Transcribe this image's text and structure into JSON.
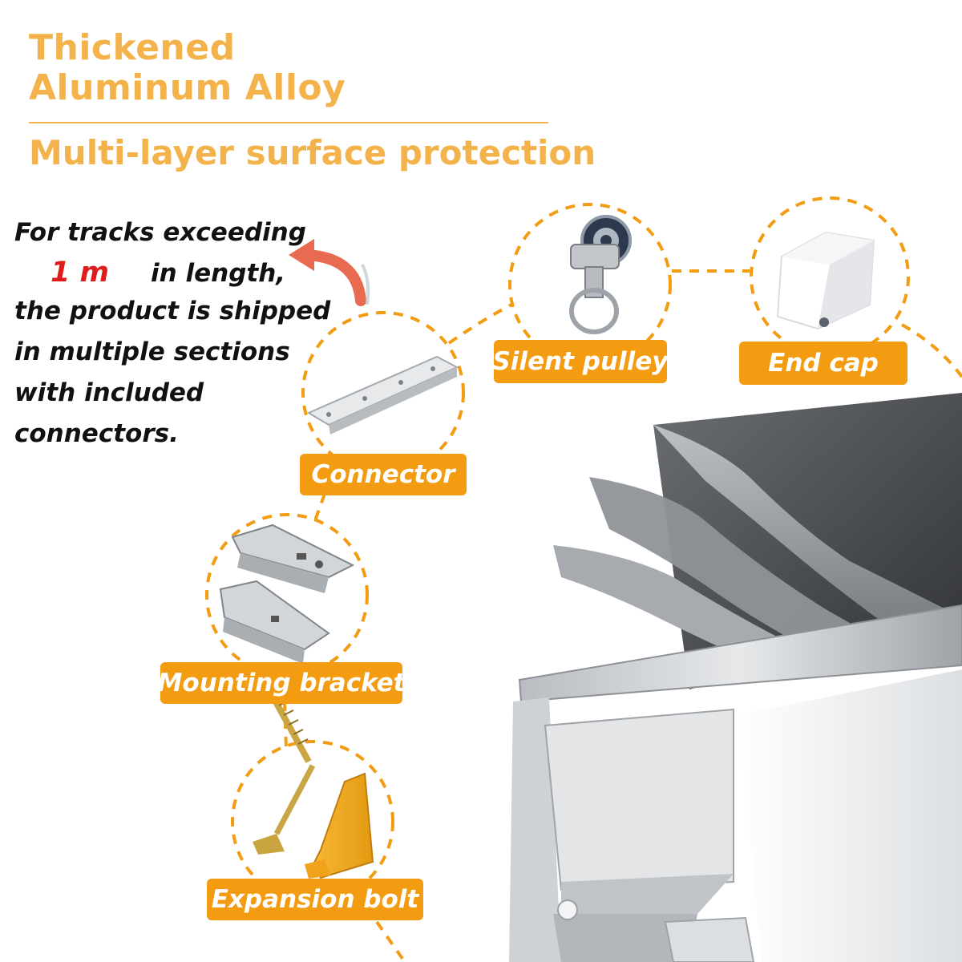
{
  "heading": {
    "line1": "Thickened",
    "line2": "Aluminum Alloy",
    "subtitle": "Multi-layer surface protection"
  },
  "note": {
    "line1": "For tracks exceeding",
    "highlight": "1 m",
    "line2_rest": "in length,",
    "line3": "the product is shipped",
    "line4": "in multiple sections",
    "line5": "with included",
    "line6": "connectors."
  },
  "labels": {
    "silent_pulley": "Silent pulley",
    "end_cap": "End cap",
    "connector": "Connector",
    "mounting_bracket": "Mounting bracket",
    "expansion_bolt": "Expansion bolt"
  },
  "colors": {
    "accent": "#f39c12",
    "title": "#f3b24a",
    "highlight": "#e01b1b",
    "arrow": "#e86a50"
  },
  "icons": [
    "curved-arrow-icon",
    "pulley-icon",
    "end-cap-icon",
    "connector-icon",
    "bracket-icon",
    "screw-icon",
    "anchor-icon",
    "rail-profile-icon"
  ]
}
